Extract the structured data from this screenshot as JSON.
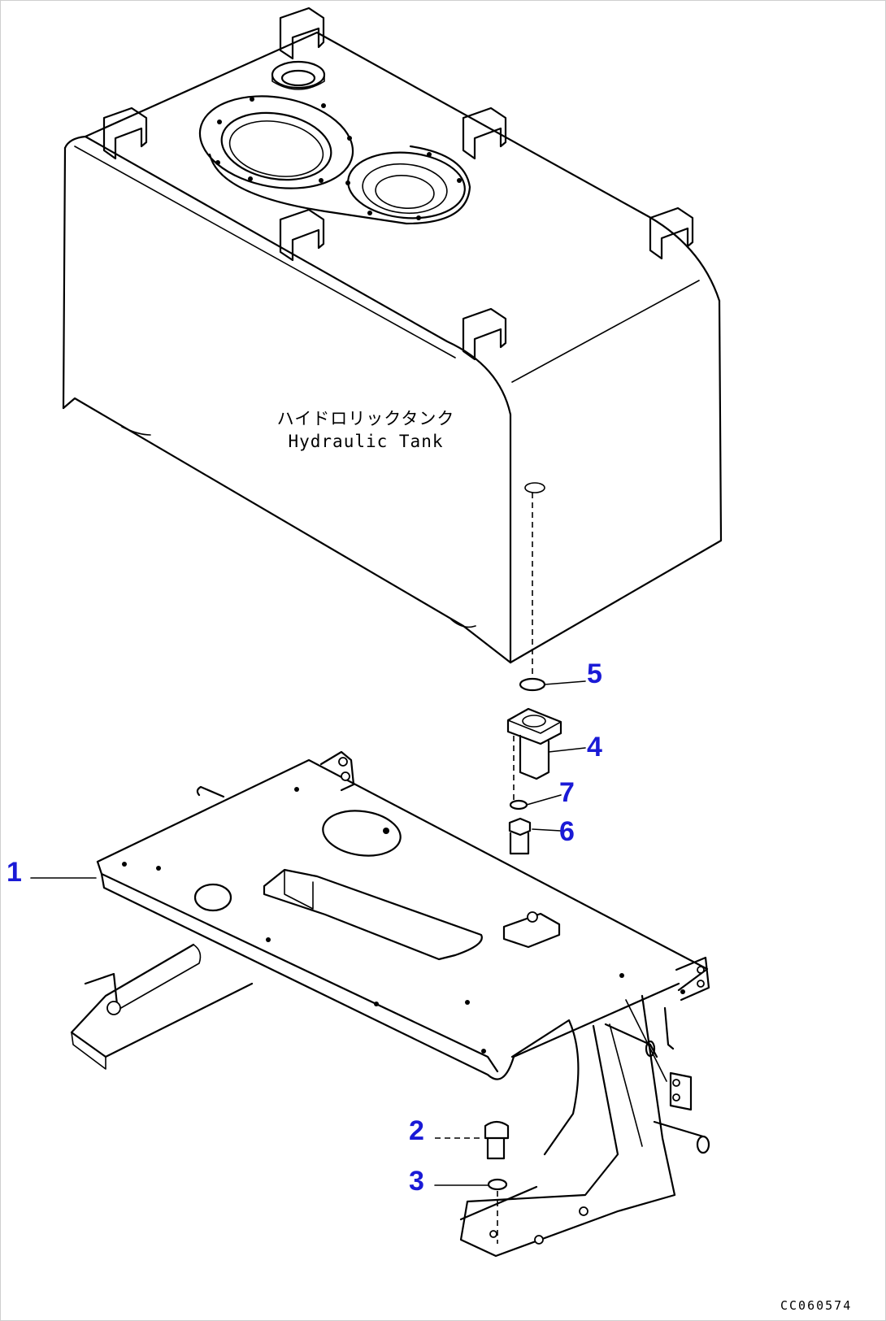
{
  "diagram": {
    "tank_label_ja": "ハイドロリックタンク",
    "tank_label_en": "Hydraulic Tank",
    "drawing_code": "CC060574",
    "callouts": [
      {
        "number": "1"
      },
      {
        "number": "2"
      },
      {
        "number": "3"
      },
      {
        "number": "4"
      },
      {
        "number": "5"
      },
      {
        "number": "6"
      },
      {
        "number": "7"
      }
    ],
    "callout_color": "#1a1ad6"
  }
}
